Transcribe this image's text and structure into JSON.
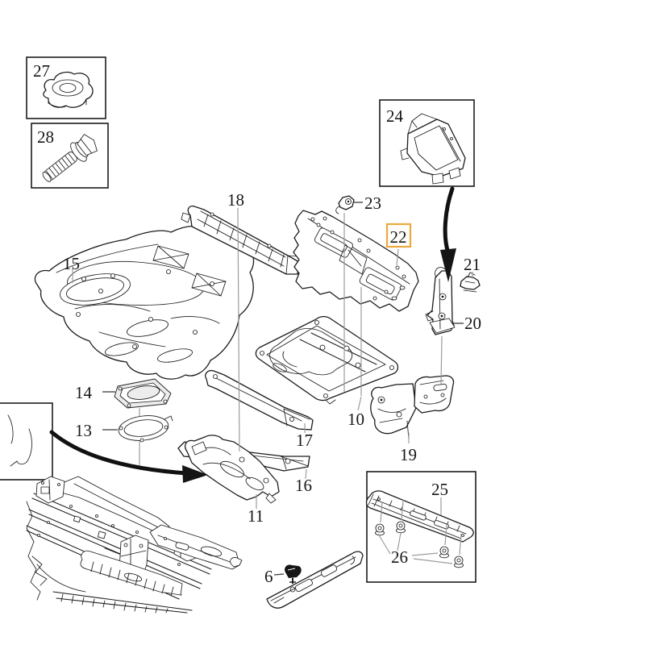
{
  "app": {
    "type": "exploded-parts-diagram",
    "background": "#ffffff"
  },
  "diagram": {
    "line_color": "#1c1c1c",
    "leader_color": "#9c9c9c",
    "highlighted_callout": "22",
    "highlight_border_color": "#ECA93F",
    "callouts": [
      {
        "id": "6",
        "label": "6",
        "highlighted": false
      },
      {
        "id": "10",
        "label": "10",
        "highlighted": false
      },
      {
        "id": "11",
        "label": "11",
        "highlighted": false
      },
      {
        "id": "13",
        "label": "13",
        "highlighted": false
      },
      {
        "id": "14",
        "label": "14",
        "highlighted": false
      },
      {
        "id": "15",
        "label": "15",
        "highlighted": false
      },
      {
        "id": "16",
        "label": "16",
        "highlighted": false
      },
      {
        "id": "17",
        "label": "17",
        "highlighted": false
      },
      {
        "id": "18",
        "label": "18",
        "highlighted": false
      },
      {
        "id": "19",
        "label": "19",
        "highlighted": false
      },
      {
        "id": "20",
        "label": "20",
        "highlighted": false
      },
      {
        "id": "21",
        "label": "21",
        "highlighted": false
      },
      {
        "id": "22",
        "label": "22",
        "highlighted": true
      },
      {
        "id": "23",
        "label": "23",
        "highlighted": false
      },
      {
        "id": "24",
        "label": "24",
        "boxed": true,
        "highlighted": false
      },
      {
        "id": "25",
        "label": "25",
        "boxed": true,
        "highlighted": false
      },
      {
        "id": "26",
        "label": "26",
        "boxed": true,
        "highlighted": false
      },
      {
        "id": "27",
        "label": "27",
        "boxed": true,
        "highlighted": false
      },
      {
        "id": "28",
        "label": "28",
        "boxed": true,
        "highlighted": false
      }
    ]
  }
}
